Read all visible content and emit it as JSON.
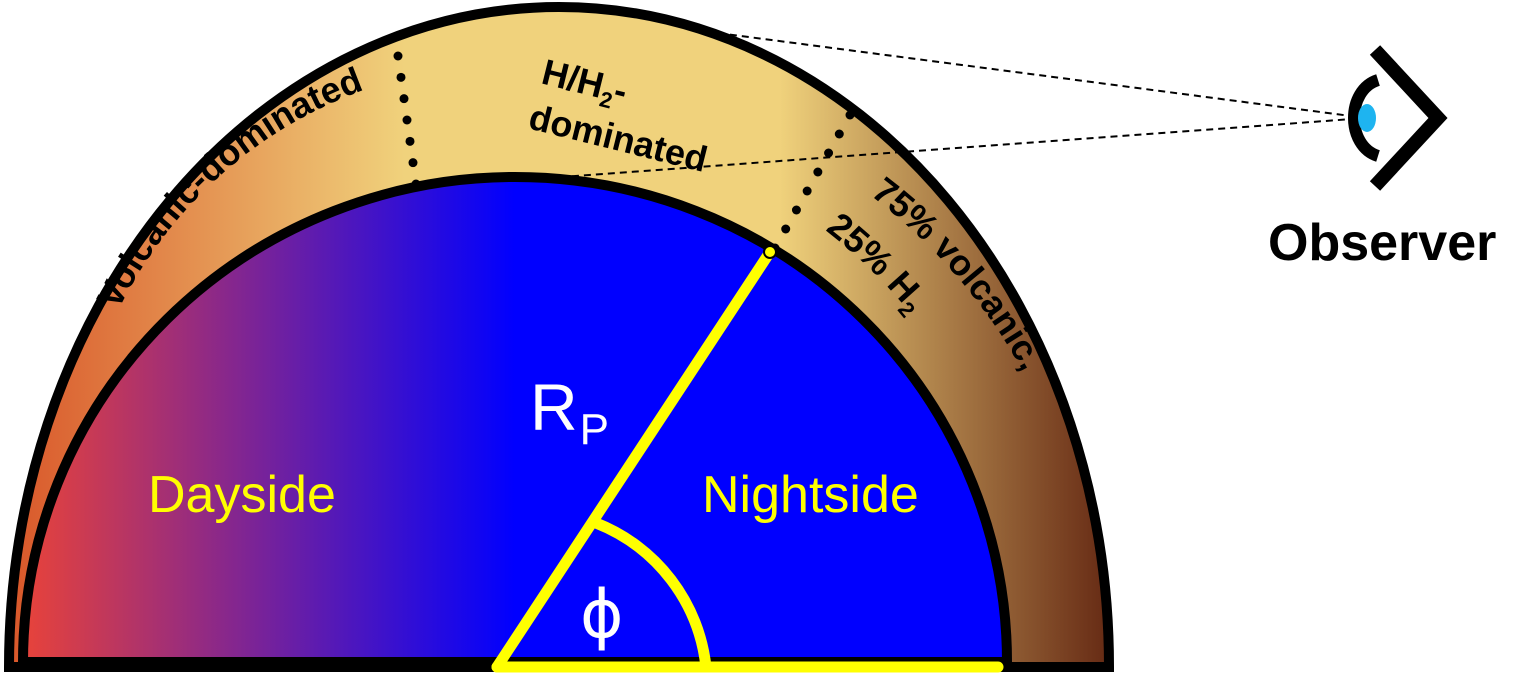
{
  "atmosphere": {
    "volcanic_region": "Volcanic-dominated",
    "hydrogen_region": {
      "line1_main": "H/H",
      "line1_sub": "2",
      "line1_suffix": "-",
      "line2": "dominated"
    },
    "mixed_region": {
      "line1": "75% volcanic,",
      "line2_main": "25% H",
      "line2_sub": "2"
    }
  },
  "planet": {
    "dayside_label": "Dayside",
    "nightside_label": "Nightside",
    "radius_label": {
      "main": "R",
      "sub": "P"
    },
    "angle_label": "ϕ"
  },
  "observer": {
    "label": "Observer"
  },
  "colors": {
    "dayside_edge": "#e8433a",
    "nightside": "#0000ff",
    "atmosphere_left": "#d9572a",
    "atmosphere_center": "#f0d27c",
    "atmosphere_right": "#662a14",
    "accent_yellow": "#ffff00",
    "eye_iris": "#1eb4f0",
    "outline": "#000000"
  }
}
